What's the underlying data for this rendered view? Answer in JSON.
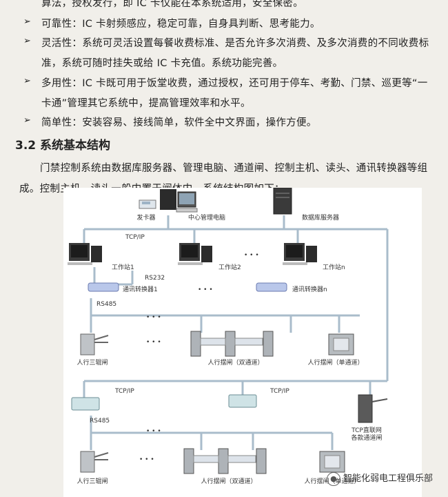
{
  "bullets": [
    {
      "lines": [
        "算法，授权发行，即 IC 卡仅能在本系统适用，安全保密。"
      ],
      "marker": false
    },
    {
      "lines": [
        "可靠性：IC 卡射频感应，稳定可靠，自身具判断、思考能力。"
      ],
      "marker": true
    },
    {
      "lines": [
        "灵活性：系统可灵活设置每餐收费标准、是否允许多次消费、及多次消费的不同收费标",
        "准，系统可随时挂失或给 IC 卡充值。系统功能完善。"
      ],
      "marker": true
    },
    {
      "lines": [
        "多用性：IC 卡既可用于饭堂收费，通过授权，还可用于停车、考勤、门禁、巡更等“一",
        "卡通”管理其它系统中，提高管理效率和水平。"
      ],
      "marker": true
    },
    {
      "lines": [
        "简单性：安装容易、接线简单，软件全中文界面，操作方便。"
      ],
      "marker": true
    }
  ],
  "bullet_marker": "➢",
  "section_heading": "3.2 系统基本结构",
  "paragraph": [
    "门禁控制系统由数据库服务器、管理电脑、通道闸、控制主机、读头、通讯转换器等组",
    "成。控制主机、读头一般内置于闸体内。系统结构图如下："
  ],
  "diagram": {
    "card_issuer": "发卡器",
    "center_pc": "中心管理电脑",
    "db_server": "数据库服务器",
    "tcpip_top": "TCP/IP",
    "ws1": "工作站1",
    "ws2": "工作站2",
    "wsn": "工作站n",
    "rs232": "RS232",
    "conv1": "通讯转换器1",
    "convn": "通讯转换器n",
    "rs485_a": "RS485",
    "gate_tripod": "人行三辊闸",
    "gate_swing_double": "人行摆闸（双通道）",
    "gate_swing_single": "人行摆闸（单通道）",
    "tcpip_mid_left": "TCP/IP",
    "tcpip_mid_right": "TCP/IP",
    "rs485_b": "RS485",
    "tcp_gate_line1": "TCP直联网",
    "tcp_gate_line2": "各款通道闸",
    "gate_tripod_b": "人行三辊闸",
    "gate_swing_double_b": "人行摆闸（双通道）",
    "gate_swing_single_b": "人行摆闸（单通道）",
    "dots": "• • •"
  },
  "watermark": "智能化弱电工程俱乐部",
  "watermark_icon": "wechat-icon",
  "colors": {
    "bus_line": "#a9bccb",
    "background": "#f1efea"
  }
}
